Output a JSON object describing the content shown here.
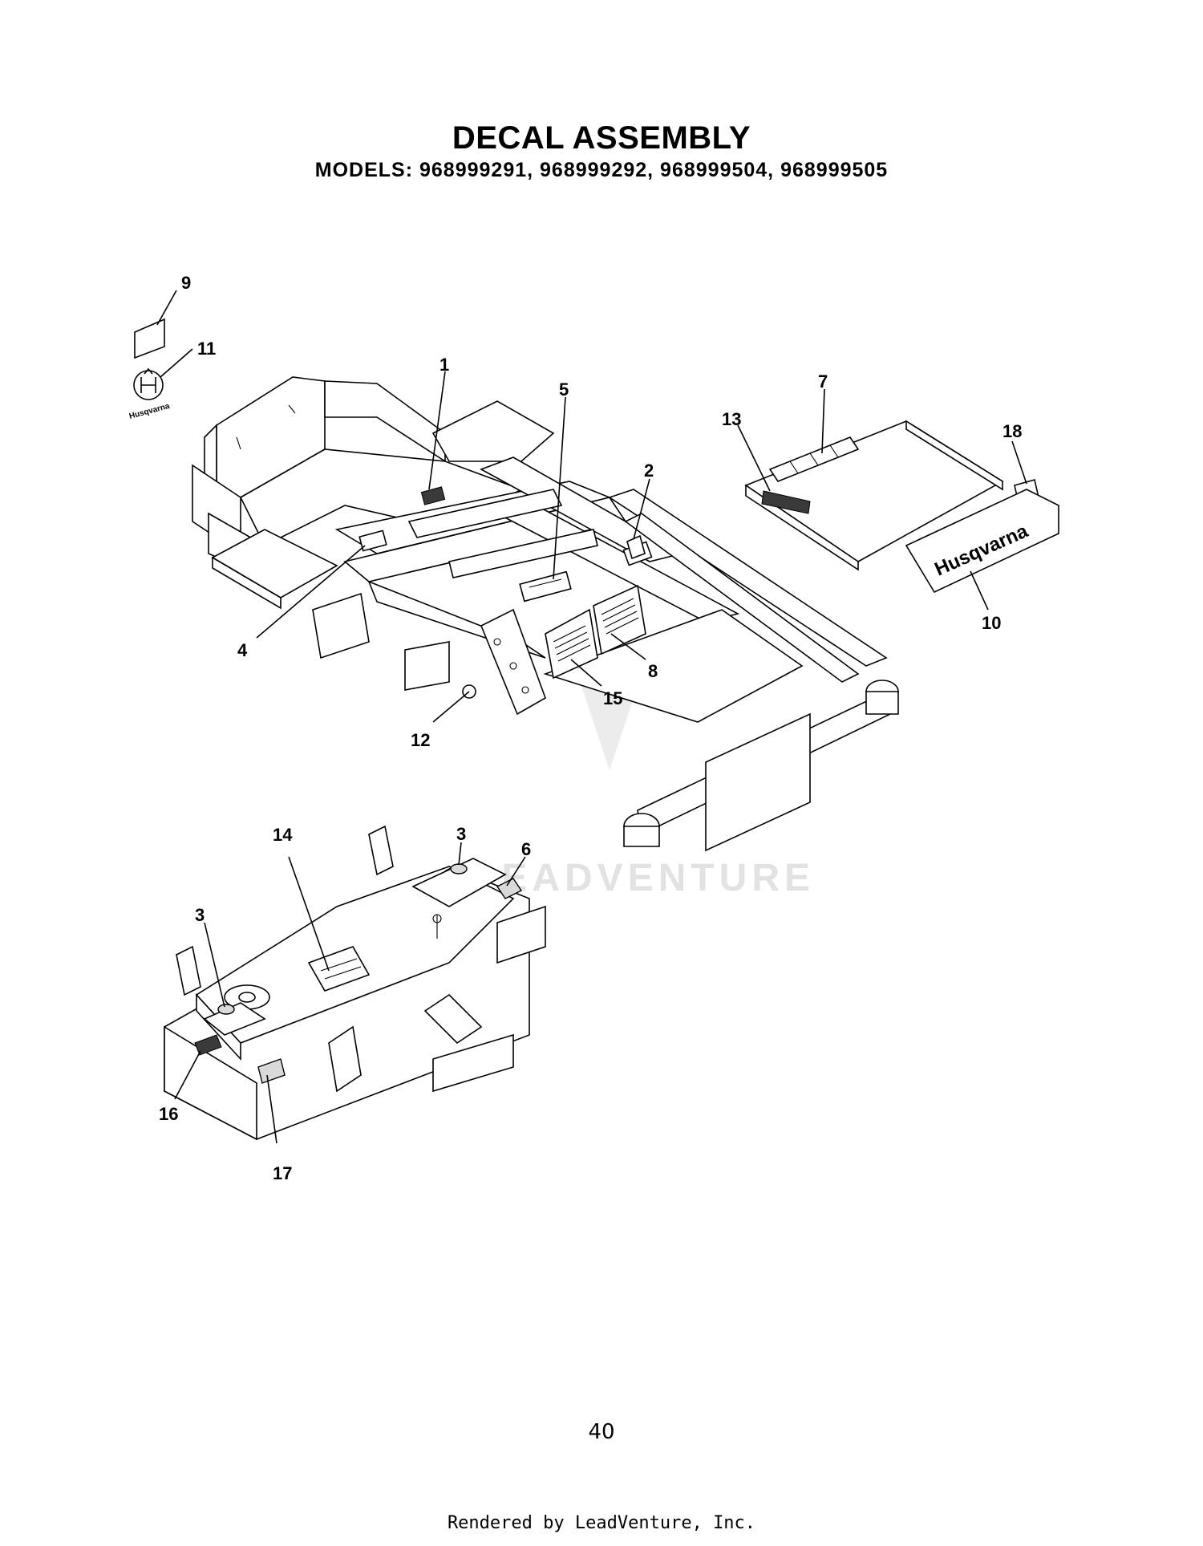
{
  "header": {
    "title": "DECAL ASSEMBLY",
    "models": "MODELS: 968999291, 968999292, 968999504, 968999505"
  },
  "diagram": {
    "callouts": [
      "1",
      "2",
      "3",
      "3",
      "4",
      "5",
      "6",
      "7",
      "8",
      "9",
      "10",
      "11",
      "12",
      "13",
      "14",
      "15",
      "16",
      "17",
      "18"
    ],
    "brand_text": "Husqvarna",
    "watermark": "LEADVENTURE"
  },
  "page_number": "40",
  "footer": "Rendered by LeadVenture, Inc."
}
